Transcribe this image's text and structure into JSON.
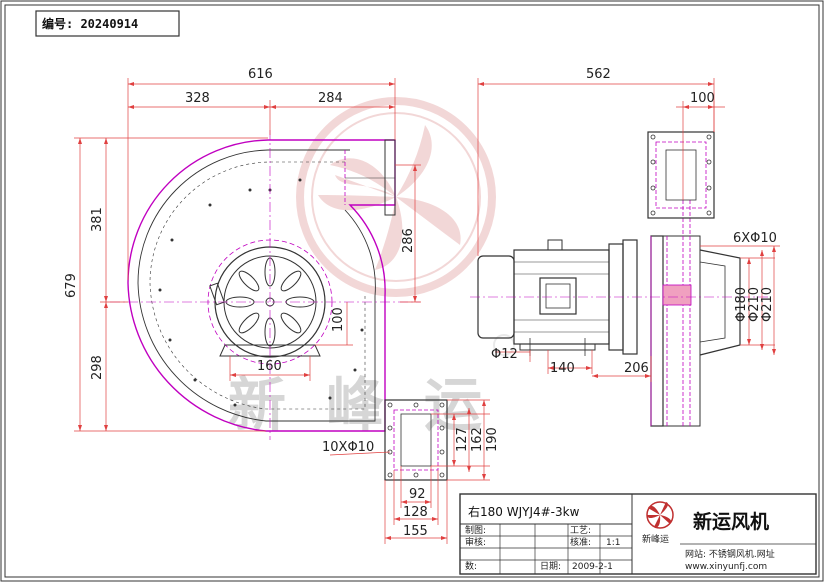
{
  "header": {
    "drawing_number": "编号: 20240914"
  },
  "dimensions": {
    "side_view": {
      "overall_width": "616",
      "width_left": "328",
      "width_right": "284",
      "overall_height": "679",
      "height_upper": "381",
      "height_lower": "298",
      "outlet_height": "286",
      "motor_center_offset": "100",
      "motor_base": "160"
    },
    "front_view": {
      "overall_length": "562",
      "flange_width": "100",
      "bolt_holes": "6XΦ10",
      "dia_180": "Φ180",
      "dia_210a": "Φ210",
      "dia_210b": "Φ210",
      "mount_hole": "Φ12",
      "mount_span": "140",
      "mount_offset": "206"
    },
    "outlet_flange": {
      "bolt_holes": "10XΦ10",
      "h_127": "127",
      "h_162": "162",
      "h_190": "190",
      "w_92": "92",
      "w_128": "128",
      "w_155": "155"
    }
  },
  "watermark": {
    "text": "新峰运"
  },
  "title_block": {
    "model": "右180 WJYJ4#-3kw",
    "company": "新运风机",
    "logo_caption": "新峰运",
    "website": "网站: 不锈钢风机.网址",
    "url": "www.xinyunfj.com",
    "label_made": "制图:",
    "label_review": "审核:",
    "label_process": "工艺:",
    "label_approve": "核准:",
    "scale": "1:1",
    "label_date": "日期:",
    "date": "2009-2-1",
    "label_qty": "数:"
  },
  "colors": {
    "line": "#333333",
    "magenta": "#c000c0",
    "red_dim": "#e04040",
    "pink": "#e89090",
    "watermark": "#e9b7b7"
  }
}
